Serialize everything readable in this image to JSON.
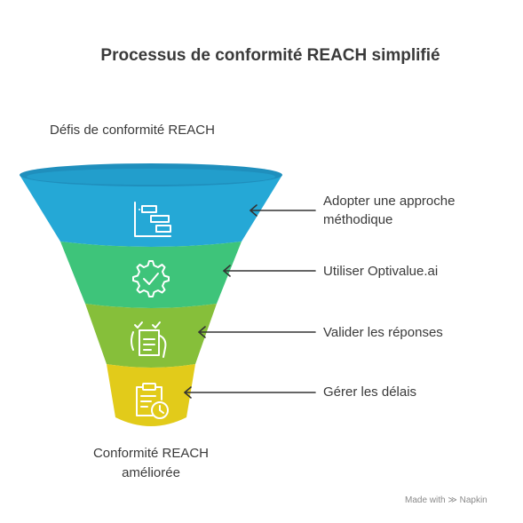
{
  "title": "Processus de conformité REACH simplifié",
  "top_label": "Défis de conformité REACH",
  "bottom_label_line1": "Conformité REACH",
  "bottom_label_line2": "améliorée",
  "steps": [
    {
      "label_line1": "Adopter une approche",
      "label_line2": "méthodique",
      "icon": "gantt-chart-icon",
      "color": "#25a8d6"
    },
    {
      "label_line1": "Utiliser Optivalue.ai",
      "label_line2": "",
      "icon": "gear-check-icon",
      "color": "#3ec47a"
    },
    {
      "label_line1": "Valider les réponses",
      "label_line2": "",
      "icon": "checklist-hand-icon",
      "color": "#86bf3a"
    },
    {
      "label_line1": "Gérer les délais",
      "label_line2": "",
      "icon": "clipboard-clock-icon",
      "color": "#e2cb1a"
    }
  ],
  "watermark": "Made with ≫ Napkin"
}
